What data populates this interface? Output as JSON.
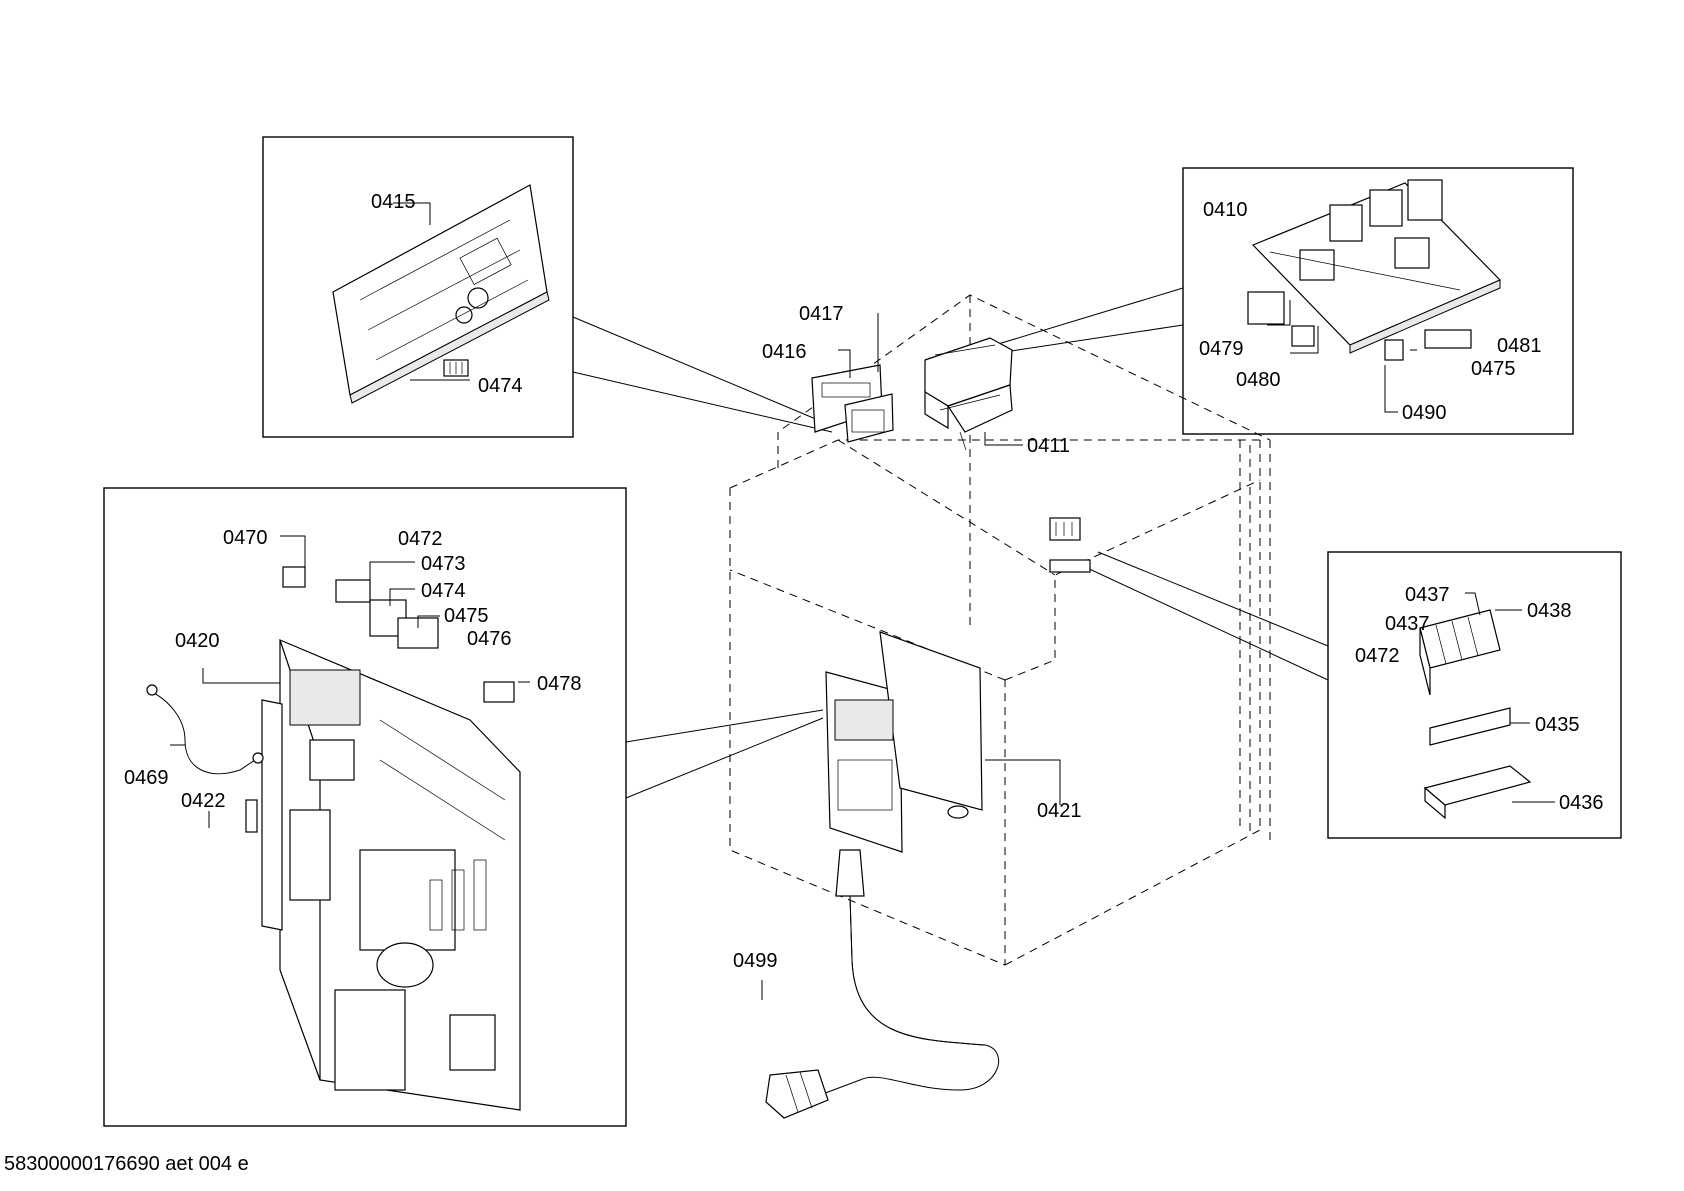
{
  "diagram": {
    "callouts": {
      "c0410": "0410",
      "c0411": "0411",
      "c0415": "0415",
      "c0416": "0416",
      "c0417": "0417",
      "c0420": "0420",
      "c0421": "0421",
      "c0422": "0422",
      "c0435": "0435",
      "c0436": "0436",
      "c0437a": "0437",
      "c0437b": "0437",
      "c0438": "0438",
      "c0469": "0469",
      "c0470": "0470",
      "c0472a": "0472",
      "c0472b": "0472",
      "c0473": "0473",
      "c0474a": "0474",
      "c0474b": "0474",
      "c0475a": "0475",
      "c0475b": "0475",
      "c0476": "0476",
      "c0478": "0478",
      "c0479": "0479",
      "c0480": "0480",
      "c0481": "0481",
      "c0490": "0490",
      "c0499": "0499"
    }
  },
  "footer": {
    "document_id": "58300000176690 aet 004 e"
  }
}
